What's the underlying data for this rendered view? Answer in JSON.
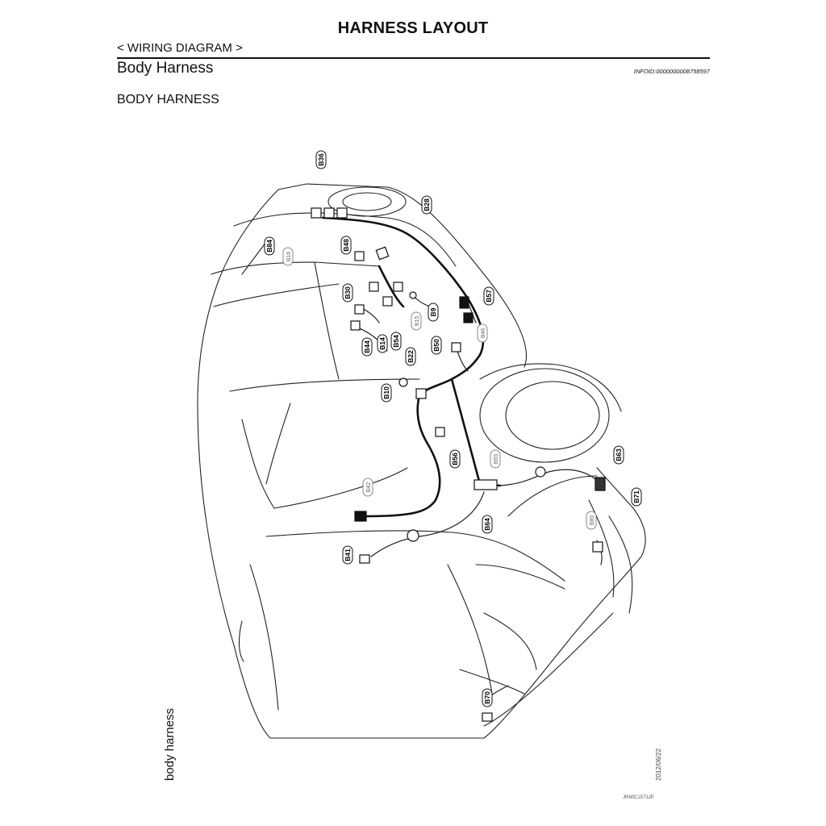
{
  "header": {
    "title": "HARNESS LAYOUT",
    "section": "< WIRING DIAGRAM >",
    "subtitle": "Body Harness",
    "info_id": "INFOID:0000000008758597"
  },
  "diagram": {
    "heading": "BODY HARNESS",
    "side_label": "body harness",
    "date": "2012/06/22",
    "figure_id": "JRMIC1573JP",
    "connectors": [
      "B36",
      "B28",
      "B84",
      "B16",
      "B48",
      "B30",
      "B57",
      "B9",
      "B15",
      "B44",
      "B14",
      "B54",
      "B50",
      "B46",
      "B22",
      "B10",
      "B56",
      "B55",
      "B63",
      "B42",
      "B71",
      "B64",
      "B80",
      "B41",
      "B70"
    ]
  }
}
